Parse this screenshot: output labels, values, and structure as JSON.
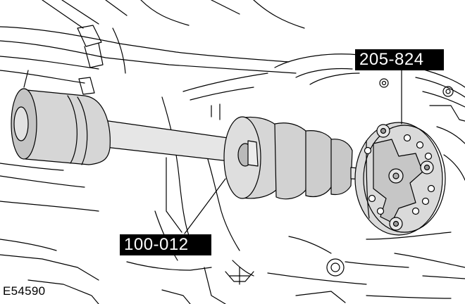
{
  "callouts": {
    "puller_tool": "205-824",
    "slide_hammer": "100-012"
  },
  "figure_id": "E54590",
  "colors": {
    "ink": "#000000",
    "tool_fill": "#d6d6d6",
    "tool_shadow": "#b9b9b9",
    "background": "#ffffff"
  }
}
